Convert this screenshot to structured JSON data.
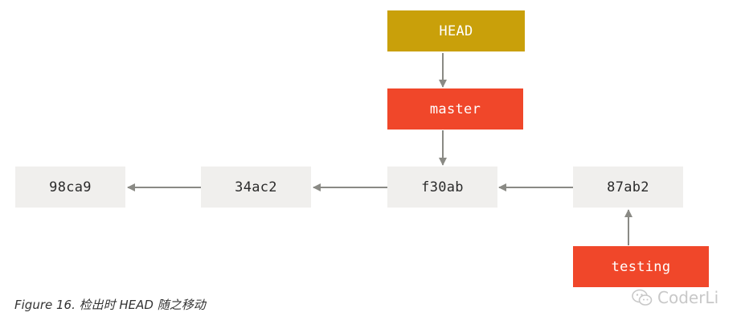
{
  "refs": {
    "head": "HEAD",
    "master": "master",
    "testing": "testing"
  },
  "commits": [
    "98ca9",
    "34ac2",
    "f30ab",
    "87ab2"
  ],
  "caption": "Figure 16. 检出时 HEAD 随之移动",
  "watermark": {
    "text": "CoderLi",
    "icon": "wechat-icon"
  },
  "colors": {
    "head": "#c9a00a",
    "branch": "#f0472a",
    "commit": "#f0efed",
    "arrow": "#8a8a85"
  }
}
